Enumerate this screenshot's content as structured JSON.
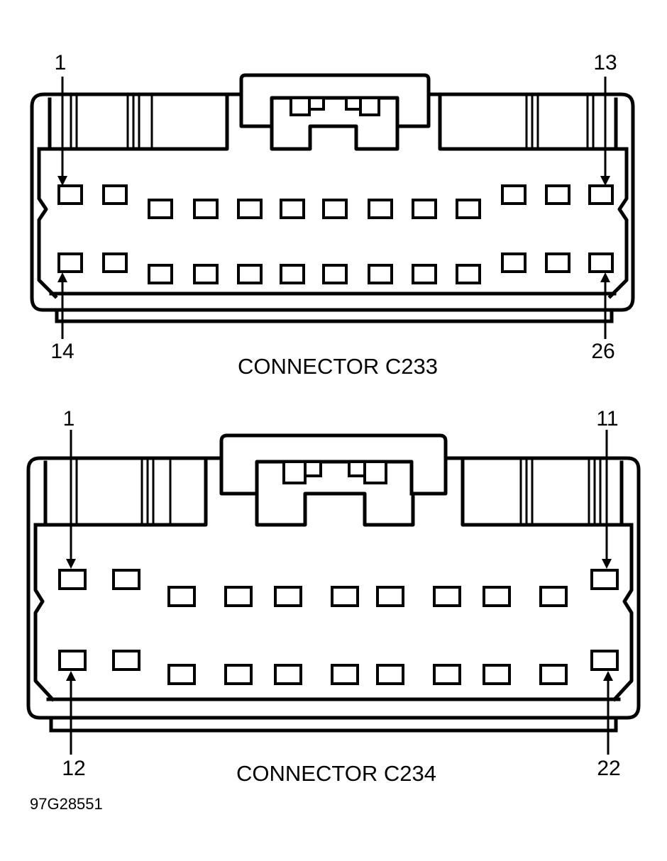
{
  "connectors": [
    {
      "caption": "CONNECTOR C233",
      "labels": {
        "top_left": "1",
        "top_right": "13",
        "bottom_left": "14",
        "bottom_right": "26"
      },
      "pins_per_row": 13
    },
    {
      "caption": "CONNECTOR C234",
      "labels": {
        "top_left": "1",
        "top_right": "11",
        "bottom_left": "12",
        "bottom_right": "22"
      },
      "pins_per_row": 11
    }
  ],
  "figure_ref": "97G28551"
}
